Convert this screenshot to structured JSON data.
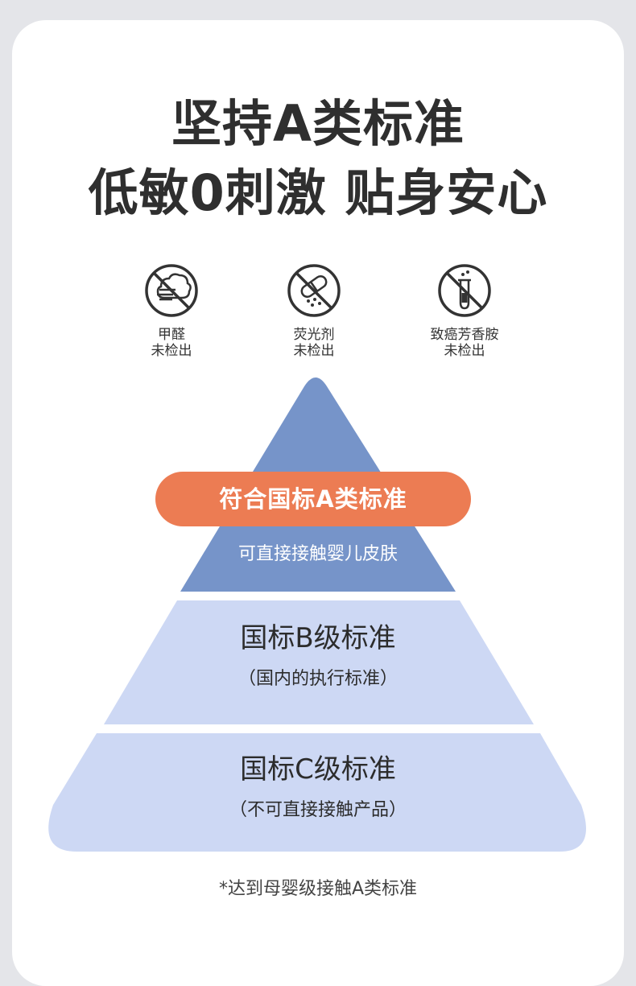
{
  "headline": {
    "line1": "坚持A类标准",
    "line2": "低敏0刺激 贴身安心"
  },
  "badges": [
    {
      "icon": "no-formaldehyde-icon",
      "line1": "甲醛",
      "line2": "未检出"
    },
    {
      "icon": "no-fluorescent-agent-icon",
      "line1": "荧光剂",
      "line2": "未检出"
    },
    {
      "icon": "no-carcinogenic-amine-icon",
      "line1": "致癌芳香胺",
      "line2": "未检出"
    }
  ],
  "pyramid": {
    "top": {
      "label": "符合国标A类标准",
      "desc": "可直接接触婴儿皮肤",
      "color": "#7694c9"
    },
    "middle": {
      "label": "国标B级标准",
      "desc": "（国内的执行标准）",
      "color": "#cdd8f4"
    },
    "bottom": {
      "label": "国标C级标准",
      "desc": "（不可直接接触产品）",
      "color": "#cdd8f4"
    },
    "pill_color": "#ec7c53"
  },
  "footnote": "*达到母婴级接触A类标准"
}
